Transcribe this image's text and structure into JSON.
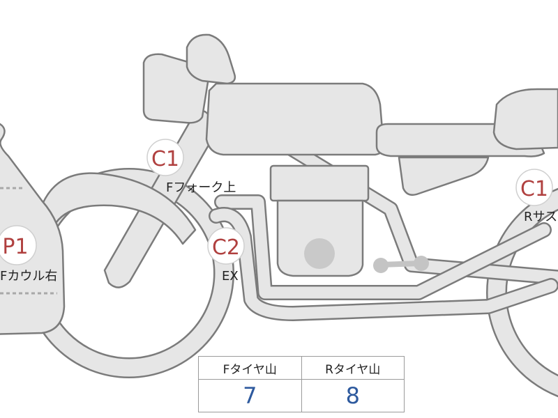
{
  "markers": [
    {
      "code": "C1",
      "label": "Fフォーク上"
    },
    {
      "code": "C2",
      "label": "EX"
    },
    {
      "code": "P1",
      "label": "Fカウル右"
    },
    {
      "code": "C1",
      "label": "Rサス"
    }
  ],
  "tire_table": {
    "headers": [
      "Fタイヤ山",
      "Rタイヤ山"
    ],
    "values": [
      "7",
      "8"
    ]
  },
  "colors": {
    "body_fill": "#e6e6e6",
    "outline": "#7b7b7b",
    "marker_code": "#b0403f",
    "table_value": "#2e5a9e"
  }
}
